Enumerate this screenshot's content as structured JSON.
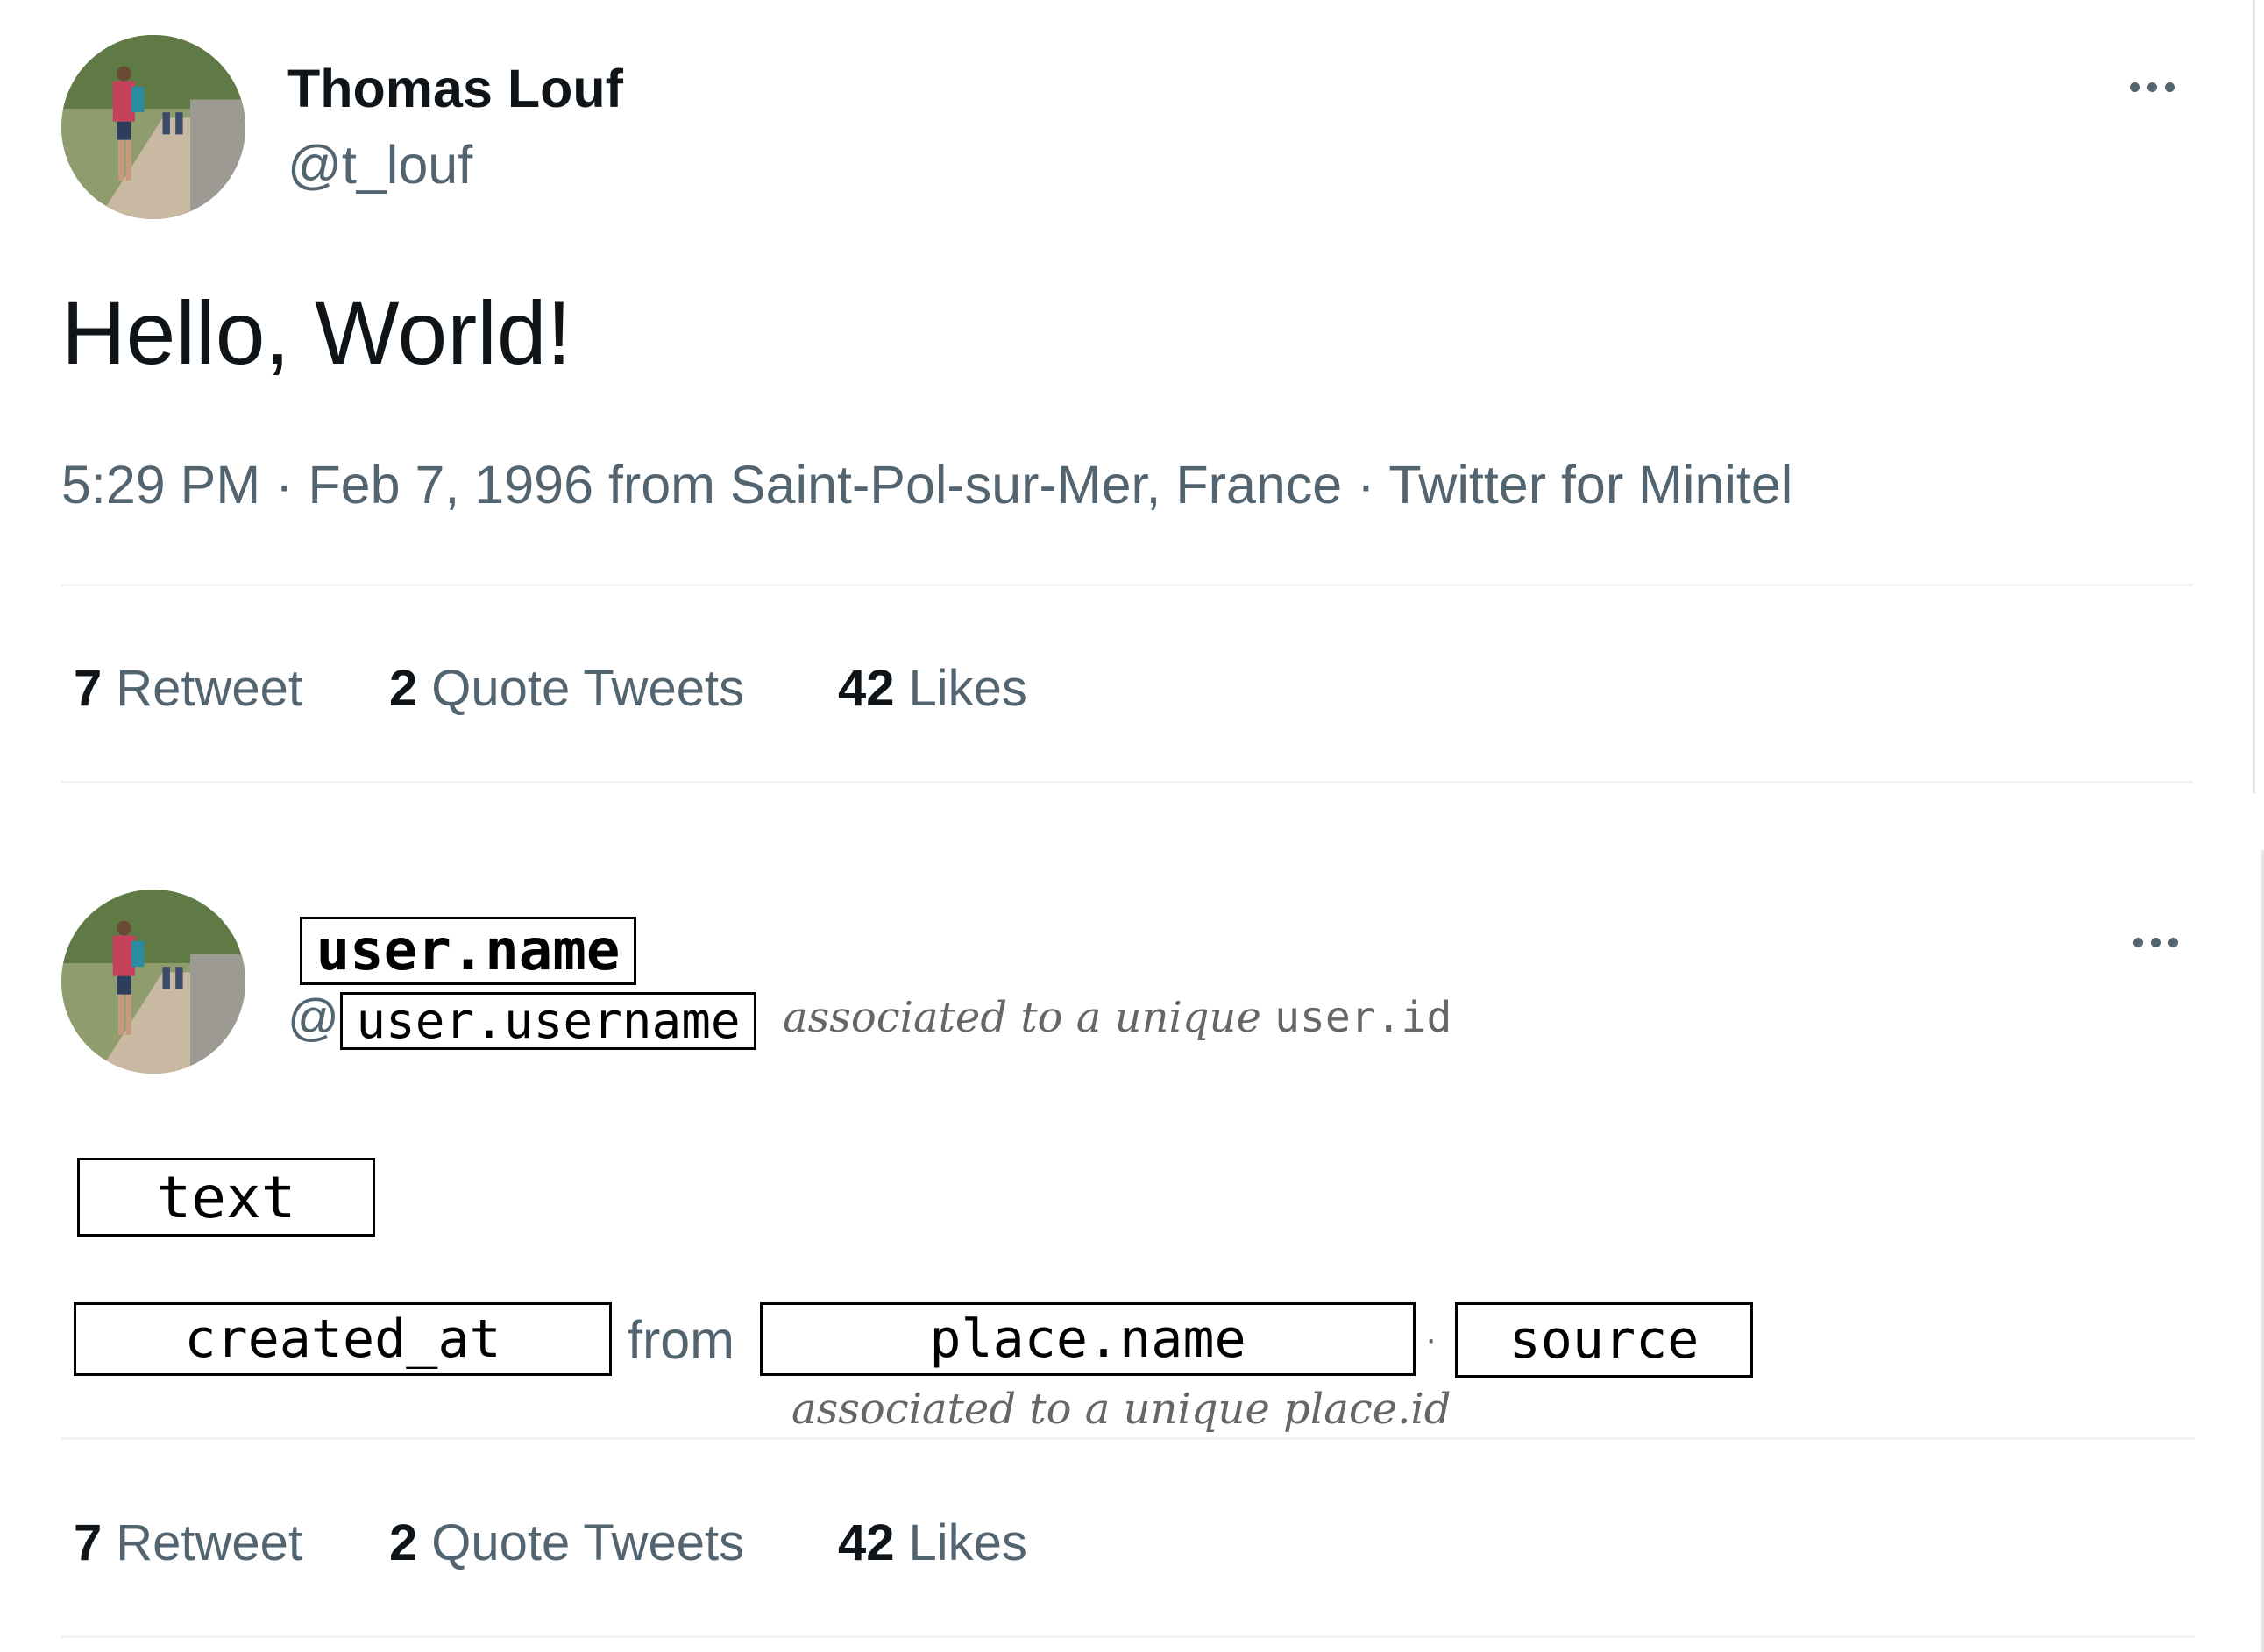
{
  "tweet": {
    "user_name": "Thomas Louf",
    "user_handle": "@t_louf",
    "text": "Hello, World!",
    "time": "5:29 PM",
    "date": "Feb 7, 1996",
    "from_label": "from",
    "place": "Saint-Pol-sur-Mer, France",
    "separator": "·",
    "source": "Twitter for Minitel",
    "stats": [
      {
        "count": "7",
        "label": "Retweet"
      },
      {
        "count": "2",
        "label": "Quote Tweets"
      },
      {
        "count": "42",
        "label": "Likes"
      }
    ]
  },
  "schema": {
    "user_name_field": "user.name",
    "at_sign": "@",
    "user_username_field": "user.username",
    "user_note_prefix": "associated to a unique",
    "user_note_code": "user.id",
    "text_field": "text",
    "created_at_field": "created_at",
    "from_label": "from",
    "place_name_field": "place.name",
    "separator": "·",
    "source_field": "source",
    "place_note": "associated to a unique place.id",
    "stats": [
      {
        "count": "7",
        "label": "Retweet"
      },
      {
        "count": "2",
        "label": "Quote Tweets"
      },
      {
        "count": "42",
        "label": "Likes"
      }
    ]
  },
  "icons": {
    "more": "more-horizontal-icon",
    "avatar": "profile-photo"
  },
  "colors": {
    "primary_text": "#0f1419",
    "secondary_text": "#536471",
    "divider": "#eff3f4"
  }
}
